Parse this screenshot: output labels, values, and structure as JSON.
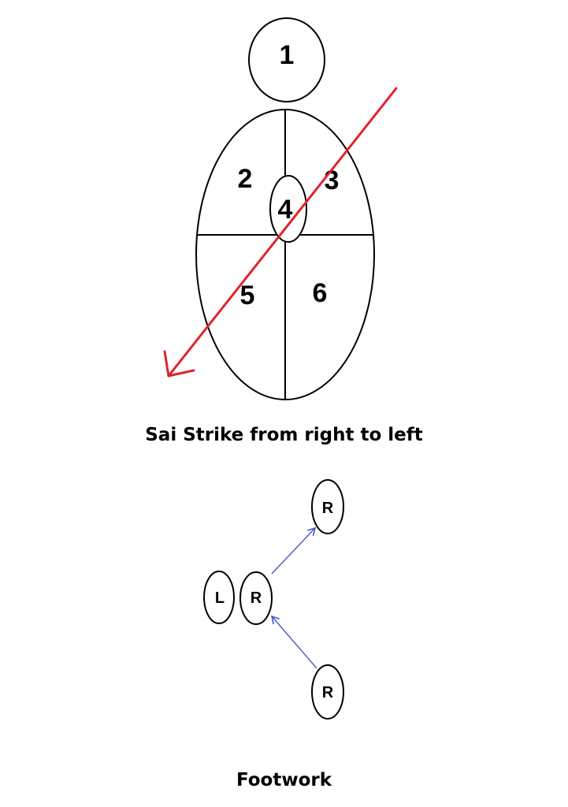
{
  "target_figure": {
    "zones": [
      {
        "id": "1",
        "label": "1"
      },
      {
        "id": "2",
        "label": "2"
      },
      {
        "id": "3",
        "label": "3"
      },
      {
        "id": "4",
        "label": "4"
      },
      {
        "id": "5",
        "label": "5"
      },
      {
        "id": "6",
        "label": "6"
      }
    ],
    "strike_arrow_color": "#e0242b",
    "caption": "Sai Strike from right to left"
  },
  "footwork": {
    "feet": [
      {
        "id": "left-foot",
        "label": "L"
      },
      {
        "id": "right-foot-center",
        "label": "R"
      },
      {
        "id": "right-foot-top",
        "label": "R"
      },
      {
        "id": "right-foot-bottom",
        "label": "R"
      }
    ],
    "arrow_color": "#4a55c8",
    "caption": "Footwork"
  }
}
